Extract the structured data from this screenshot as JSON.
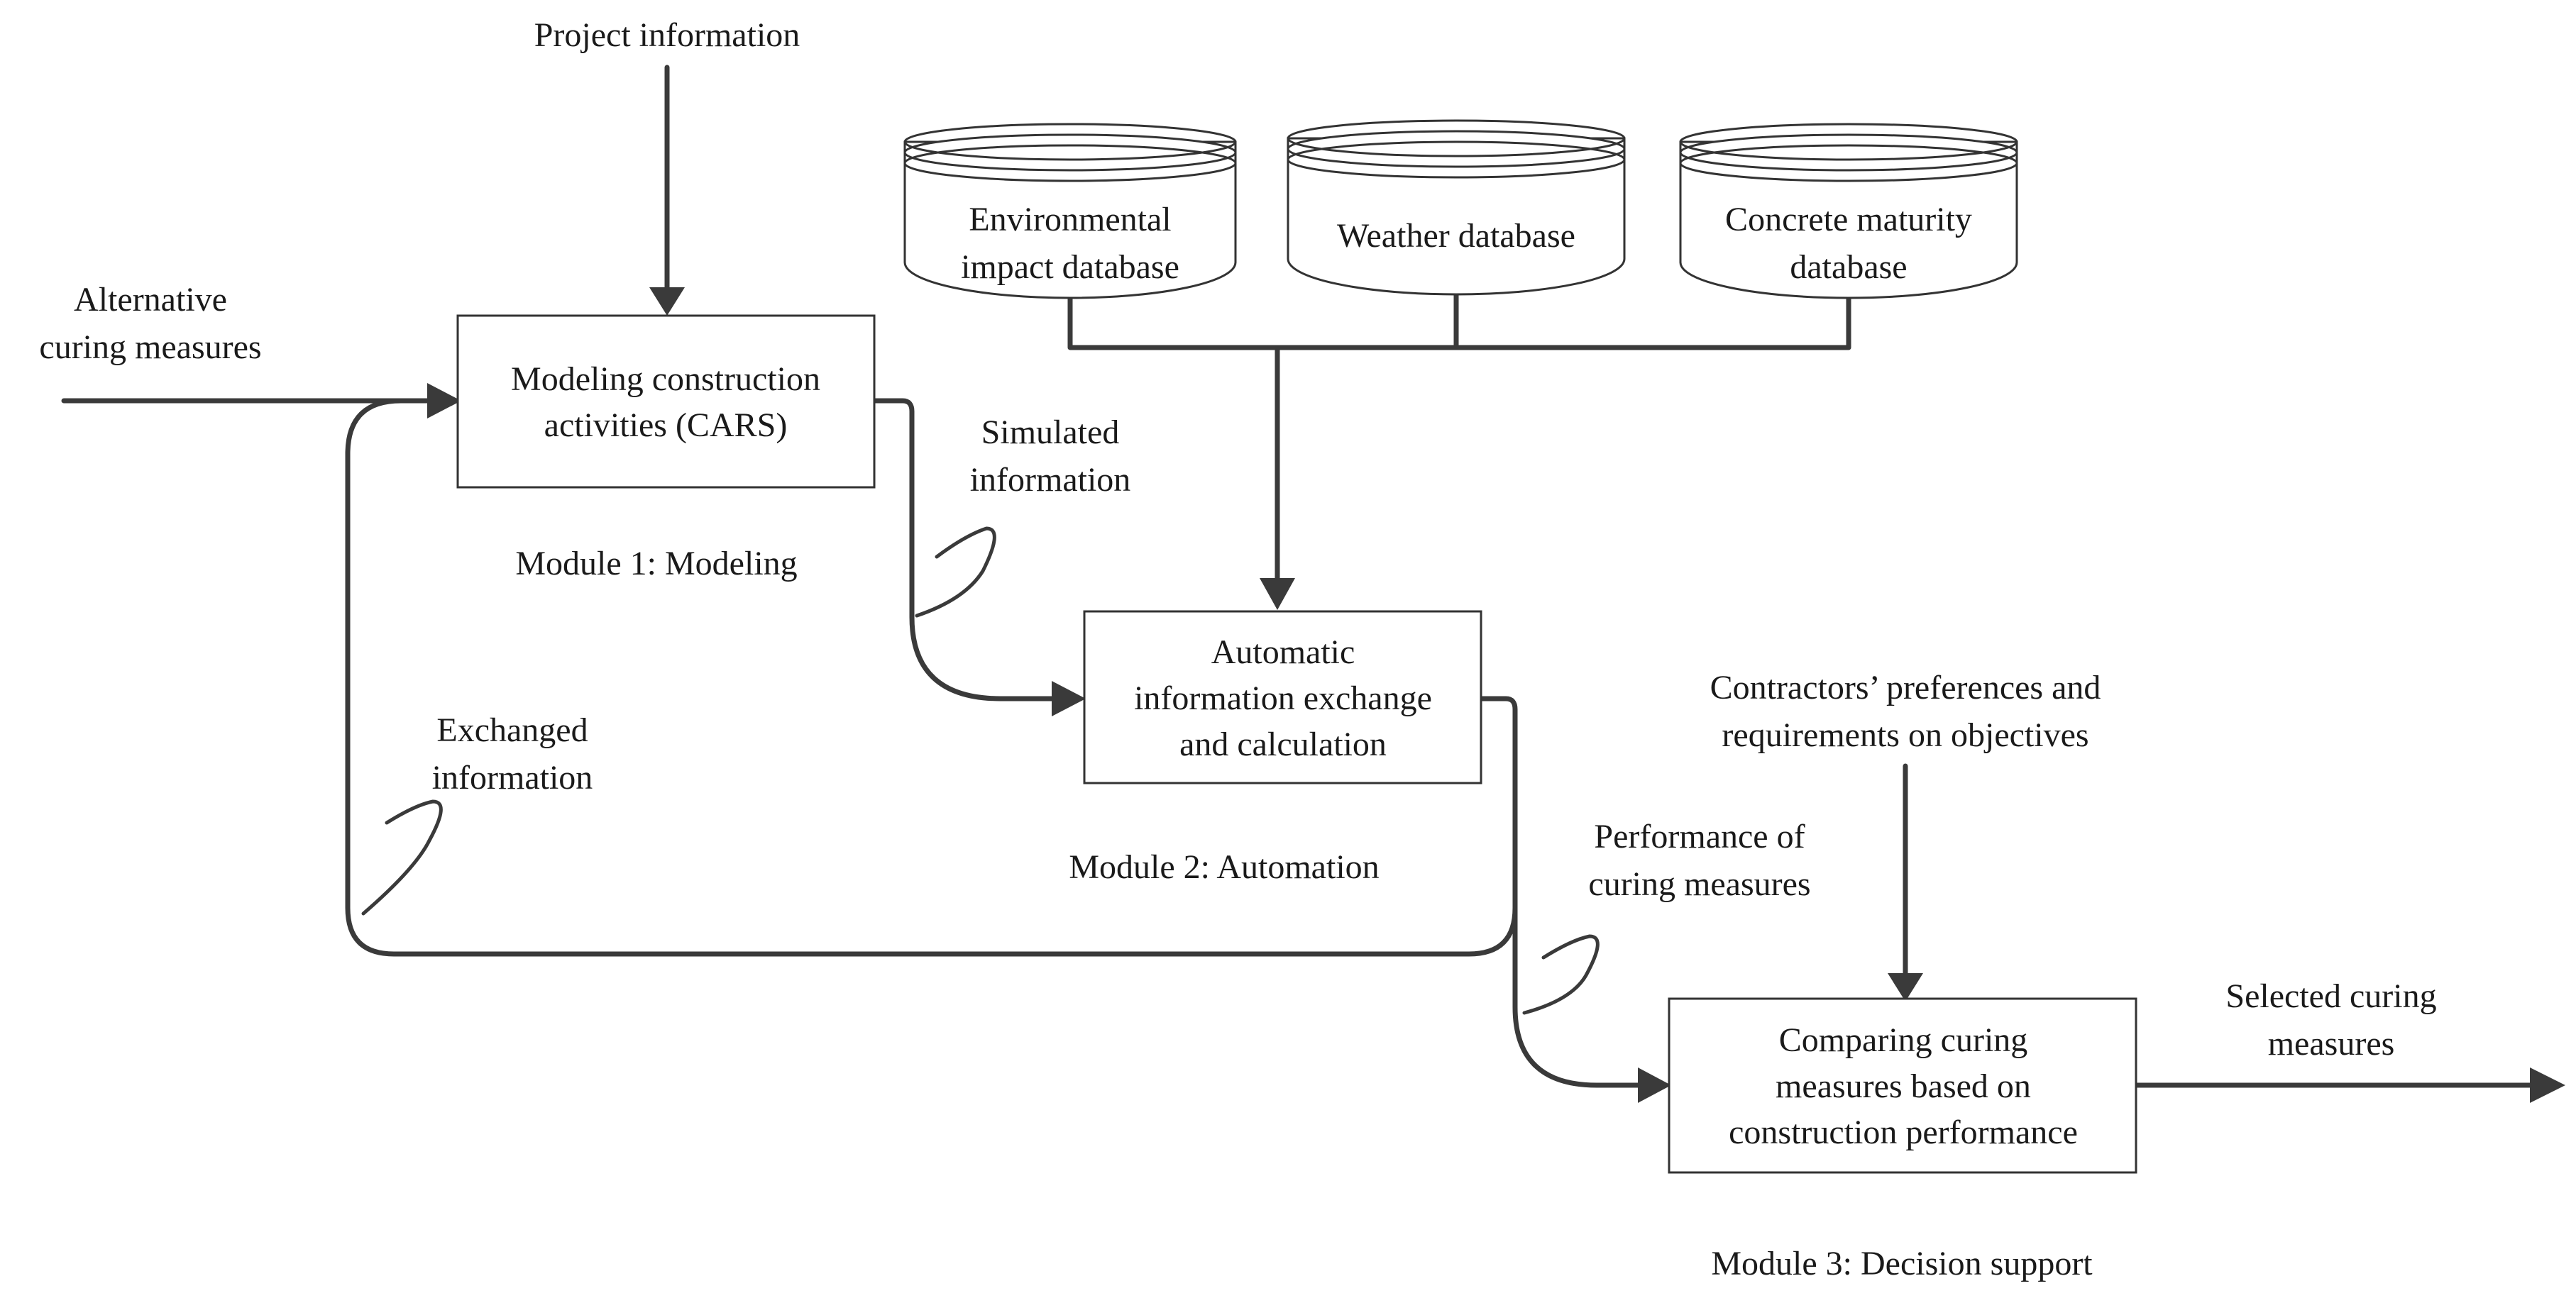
{
  "inputs": {
    "project_information": "Project information",
    "alternative_curing_line1": "Alternative",
    "alternative_curing_line2": "curing measures",
    "contractors_line1": "Contractors’  preferences and",
    "contractors_line2": "requirements on objectives"
  },
  "databases": [
    {
      "line1": "Environmental",
      "line2": "impact database"
    },
    {
      "line1": "Weather database",
      "line2": ""
    },
    {
      "line1": "Concrete maturity",
      "line2": "database"
    }
  ],
  "modules": {
    "modeling": {
      "box_line1": "Modeling construction",
      "box_line2": "activities (CARS)",
      "caption": "Module 1: Modeling"
    },
    "automation": {
      "box_line1": "Automatic",
      "box_line2": "information exchange",
      "box_line3": "and calculation",
      "caption": "Module 2: Automation"
    },
    "decision": {
      "box_line1": "Comparing curing",
      "box_line2": "measures based on",
      "box_line3": "construction performance",
      "caption": "Module 3: Decision support"
    }
  },
  "flows": {
    "simulated_line1": "Simulated",
    "simulated_line2": "information",
    "exchanged_line1": "Exchanged",
    "exchanged_line2": "information",
    "performance_line1": "Performance of",
    "performance_line2": "curing measures",
    "selected_line1": "Selected curing",
    "selected_line2": "measures"
  }
}
